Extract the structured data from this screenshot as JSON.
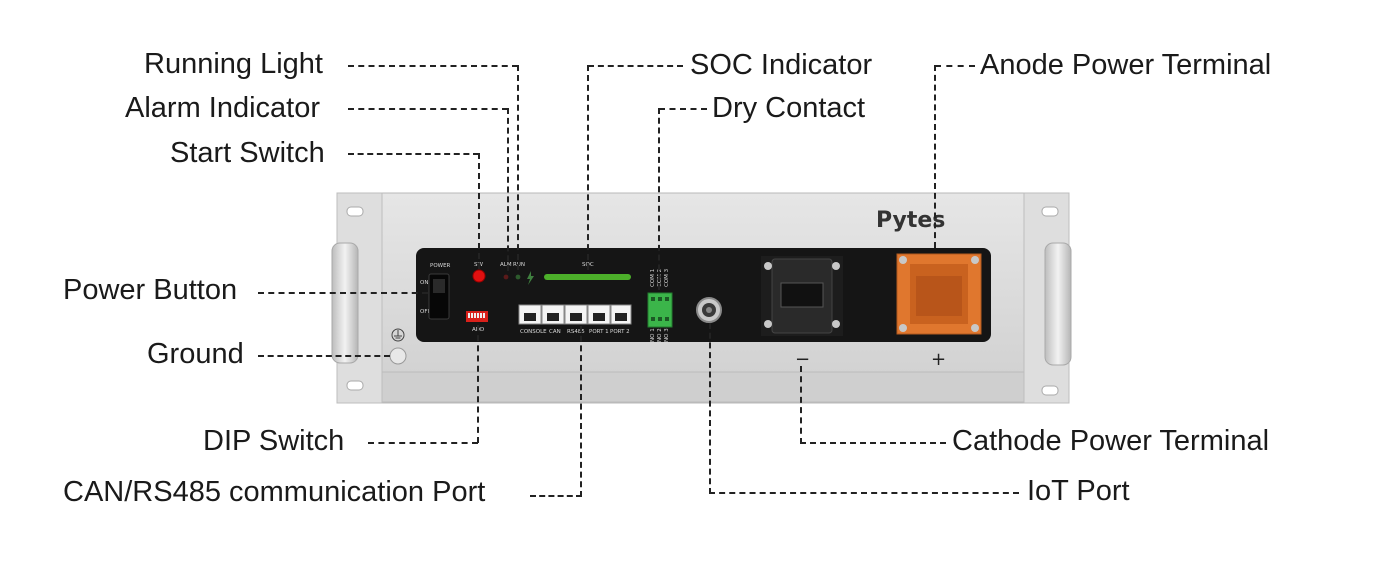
{
  "brand": "Pytes",
  "panel": {
    "power_label": "POWER",
    "on_label": "ON",
    "off_label": "OFF",
    "sw_label": "SW",
    "alm_label": "ALM",
    "run_label": "RUN",
    "soc_label": "SOC",
    "add_label": "ADD",
    "port_labels": [
      "CONSOLE",
      "CAN",
      "RS485",
      "PORT 1",
      "PORT 2"
    ],
    "com_labels": [
      "COM 1",
      "COM 2",
      "COM 3"
    ],
    "no_labels": [
      "NO 1",
      "NO 2",
      "NO 3"
    ],
    "minus_sign": "−",
    "plus_sign": "+"
  },
  "callouts": {
    "running_light": "Running Light",
    "alarm_indicator": "Alarm Indicator",
    "start_switch": "Start Switch",
    "power_button": "Power Button",
    "ground": "Ground",
    "dip_switch": "DIP Switch",
    "can_rs485_port": "CAN/RS485 communication Port",
    "soc_indicator": "SOC Indicator",
    "dry_contact": "Dry Contact",
    "anode_terminal": "Anode Power Terminal",
    "cathode_terminal": "Cathode Power Terminal",
    "iot_port": "IoT Port"
  },
  "colors": {
    "chassis": "#d8d8d8",
    "panel": "#151515",
    "led_red": "#e01010",
    "soc_green": "#4caf2a",
    "dry_contact_green": "#3bb54a",
    "anode_orange": "#e0772e"
  }
}
